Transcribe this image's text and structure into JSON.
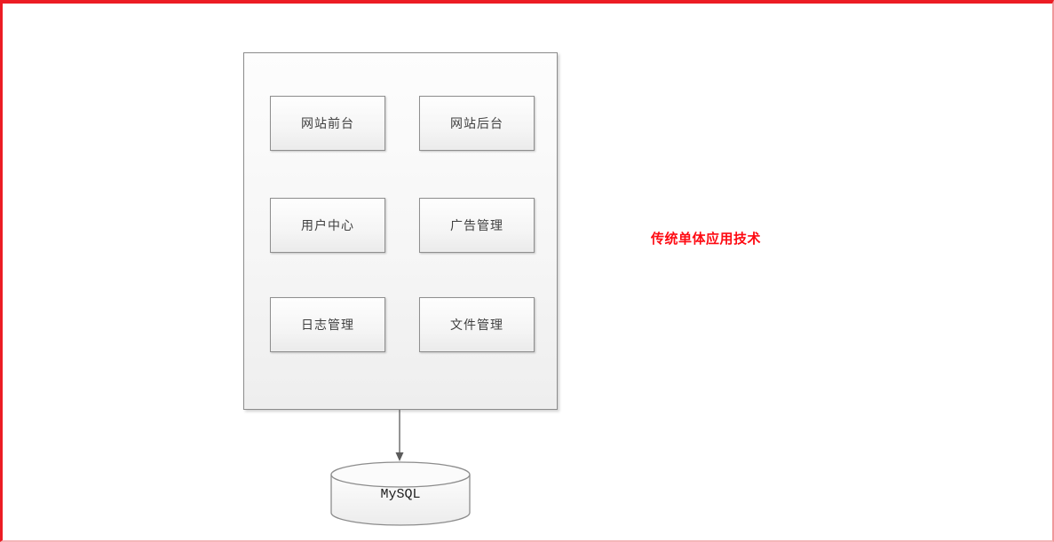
{
  "page": {
    "annotation": "传统单体应用技术",
    "modules": [
      "网站前台",
      "网站后台",
      "用户中心",
      "广告管理",
      "日志管理",
      "文件管理"
    ],
    "database_label": "MySQL",
    "colors": {
      "page_border_red": "#ec1c24",
      "page_border_faded": "#f4b6b9",
      "annotation_red": "#fe0a12",
      "shape_border_gray": "#8c8c8c",
      "module_text": "#3f3f3f",
      "arrow_gray": "#5b5b5b",
      "shape_fill_top": "#fdfdfd",
      "shape_fill_bottom": "#ececec"
    }
  }
}
